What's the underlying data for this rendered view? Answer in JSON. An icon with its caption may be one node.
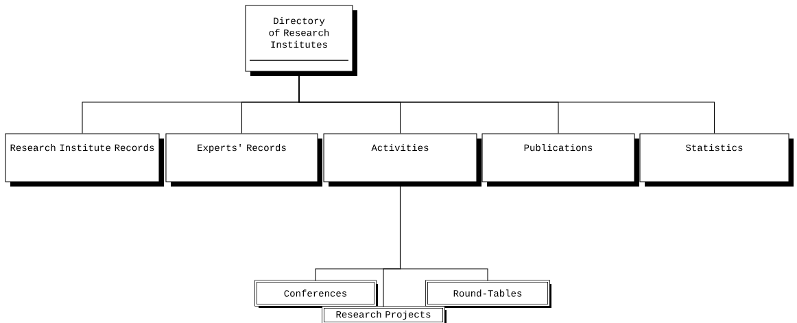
{
  "diagram": {
    "nodes": [
      {
        "text": [
          "Directory of Research Institutes"
        ]
      },
      {
        "text": [
          "Research Institute Records"
        ]
      },
      {
        "text": [
          "Experts' Records"
        ]
      },
      {
        "text": [
          "Activities"
        ]
      },
      {
        "text": [
          "Publications"
        ]
      },
      {
        "text": [
          "Statistics"
        ]
      },
      {
        "text": [
          "Conferences"
        ]
      },
      {
        "text": [
          "Round-Tables"
        ]
      },
      {
        "text": [
          "Research Projects"
        ]
      }
    ],
    "edges": [
      {
        "from": 0,
        "to": 1,
        "arrow": "none"
      },
      {
        "from": 0,
        "to": 2,
        "arrow": "none"
      },
      {
        "from": 0,
        "to": 3,
        "arrow": "none"
      },
      {
        "from": 0,
        "to": 4,
        "arrow": "none"
      },
      {
        "from": 0,
        "to": 5,
        "arrow": "none"
      },
      {
        "from": 3,
        "to": 6,
        "arrow": "none"
      },
      {
        "from": 3,
        "to": 7,
        "arrow": "none"
      },
      {
        "from": 3,
        "to": 8,
        "arrow": "none"
      }
    ]
  }
}
